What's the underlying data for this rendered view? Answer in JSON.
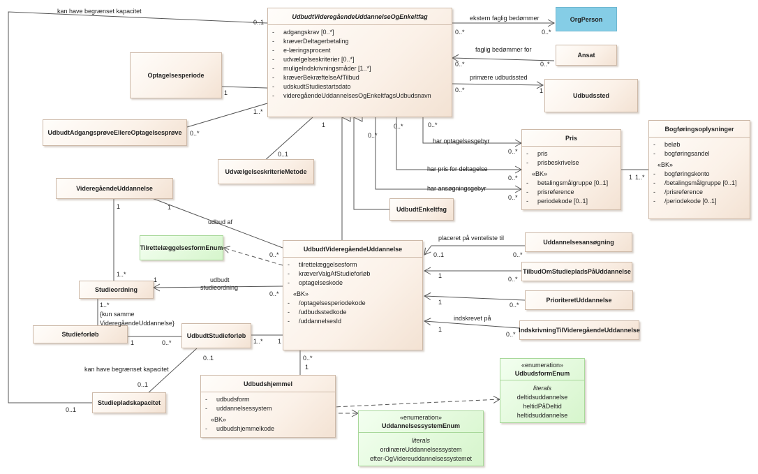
{
  "classes": {
    "udbudt_vgu_enkeltfag": {
      "title": "UdbudtVideregåendeUddannelseOgEnkeltfag",
      "attrs": [
        "adgangskrav [0..*]",
        "kræverDeltagerbetaling",
        "e-læringsprocent",
        "udvælgelseskriterier [0..*]",
        "muligeIndskrivningsmåder [1..*]",
        "kræverBekræftelseAfTilbud",
        "udskudtStudiestartsdato",
        "videregåendeUddannelsesOgEnkeltfagsUdbudsnavn"
      ]
    },
    "orgperson": {
      "title": "OrgPerson"
    },
    "ansat": {
      "title": "Ansat"
    },
    "udbudssted": {
      "title": "Udbudssted"
    },
    "optagelsesperiode": {
      "title": "Optagelsesperiode"
    },
    "adgangsproeve": {
      "title": "UdbudtAdgangsprøveEllereOptagelsesprøve"
    },
    "udvaelgelseskriteriemetode": {
      "title": "UdvælgelseskriterieMetode"
    },
    "pris": {
      "title": "Pris",
      "attrs": [
        "pris",
        "prisbeskrivelse"
      ],
      "bk_label": "«BK»",
      "bk_attrs": [
        "betalingsmålgruppe [0..1]",
        "prisreference",
        "periodekode [0..1]"
      ]
    },
    "bogfoering": {
      "title": "Bogføringsoplysninger",
      "attrs": [
        "beløb",
        "bogføringsandel"
      ],
      "bk_label": "«BK»",
      "bk_attrs": [
        "bogføringskonto",
        "/betalingsmålgruppe [0..1]",
        "/prisreference",
        "/periodekode [0..1]"
      ]
    },
    "udbudt_enkeltfag": {
      "title": "UdbudtEnkeltfag"
    },
    "vgu": {
      "title": "VideregåendeUddannelse"
    },
    "tilrettelaeggelse_enum": {
      "title": "TilrettelæggelsesformEnum"
    },
    "udbudt_vgu": {
      "title": "UdbudtVideregåendeUddannelse",
      "attrs": [
        "tilrettelæggelsesform",
        "kræverValgAfStudieforløb",
        "optagelseskode"
      ],
      "bk_label": "«BK»",
      "bk_attrs": [
        "/optagelsesperiodekode",
        "/udbudsstedkode",
        "/uddannelsesId"
      ]
    },
    "uddannelsesansoegning": {
      "title": "Uddannelsesansøgning"
    },
    "tilbud_om_studieplads": {
      "title": "TilbudOmStudiepladsPåUddannelse"
    },
    "prioriteret_uddannelse": {
      "title": "PrioriteretUddannelse"
    },
    "indskrivning": {
      "title": "IndskrivningTilVideregåendeUddannelse"
    },
    "studieordning": {
      "title": "Studieordning"
    },
    "studieforloeb": {
      "title": "Studieforløb"
    },
    "udbudt_studieforloeb": {
      "title": "UdbudtStudieforløb"
    },
    "udbudshjemmel": {
      "title": "Udbudshjemmel",
      "attrs": [
        "udbudsform",
        "uddannelsessystem"
      ],
      "bk_label": "«BK»",
      "bk_attrs": [
        "udbudshjemmelkode"
      ]
    },
    "studiepladskapacitet": {
      "title": "Studiepladskapacitet"
    },
    "udbudsform_enum": {
      "stereotype": "«enumeration»",
      "title": "UdbudsformEnum",
      "literals_label": "literals",
      "literals": [
        "deltidsuddannelse",
        "heltidPåDeltid",
        "heltidsuddannelse"
      ]
    },
    "uddannelsessystem_enum": {
      "stereotype": "«enumeration»",
      "title": "UddannelsessystemEnum",
      "literals_label": "literals",
      "literals": [
        "ordinæreUddannelsessystem",
        "efter-OgVidereuddannelsessystemet"
      ]
    }
  },
  "labels": {
    "kan_have_top": "kan have begrænset kapacitet",
    "ekstern": "ekstern faglig bedømmer",
    "faglig": "faglig bedømmer for",
    "primaere": "primære udbudssted",
    "har_optagelsesgebyr": "har optagelsesgebyr",
    "har_pris_deltagelse": "har pris for deltagelse",
    "har_ansoegningsgebyr": "har ansøgningsgebyr",
    "udbud_af": "udbud af",
    "placeret": "placeret på venteliste til",
    "indskrevet": "indskrevet på",
    "udbudt_studieordning_1": "udbudt",
    "udbudt_studieordning_2": "studieordning",
    "kun_samme_1": "{kun samme",
    "kun_samme_2": "VideregåendeUddannelse}",
    "kan_have_bottom": "kan have begrænset kapacitet"
  },
  "mult": {
    "m1": "0..1",
    "m2": "0..*",
    "m3": "0..*",
    "m4": "0..*",
    "m5": "0..*",
    "m6": "0..*",
    "m7": "1",
    "m8": "1",
    "m9": "1..*",
    "m10": "0..*",
    "m11": "1",
    "m12": "0..1",
    "m13": "0..*",
    "m14": "0..*",
    "m15": "0..*",
    "m16": "0..*",
    "m17": "0..*",
    "m18": "0..*",
    "m19": "1",
    "m20": "1..*",
    "m21": "1",
    "m22": "1",
    "m23": "0..*",
    "m24": "0..1",
    "m25": "0..*",
    "m26": "1",
    "m27": "0..*",
    "m28": "1",
    "m29": "0..*",
    "m30": "1",
    "m31": "0..*",
    "m32": "1",
    "m33": "1..*",
    "m34": "1",
    "m35": "1..*",
    "m36": "1",
    "m37": "0..*",
    "m38": "0..1",
    "m39": "0..1",
    "m40": "0..1",
    "m41": "0..*",
    "m42": "1"
  }
}
